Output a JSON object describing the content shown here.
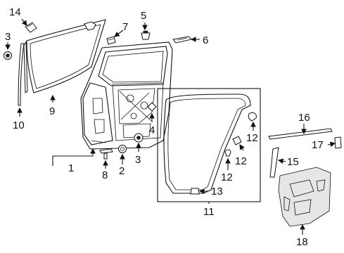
{
  "callouts": {
    "c1": "1",
    "c2": "2",
    "c3a": "3",
    "c3b": "3",
    "c4": "4",
    "c5": "5",
    "c6": "6",
    "c7": "7",
    "c8": "8",
    "c9": "9",
    "c10": "10",
    "c11": "11",
    "c12a": "12",
    "c12b": "12",
    "c12c": "12",
    "c13": "13",
    "c14": "14",
    "c15": "15",
    "c16": "16",
    "c17": "17",
    "c18": "18"
  }
}
